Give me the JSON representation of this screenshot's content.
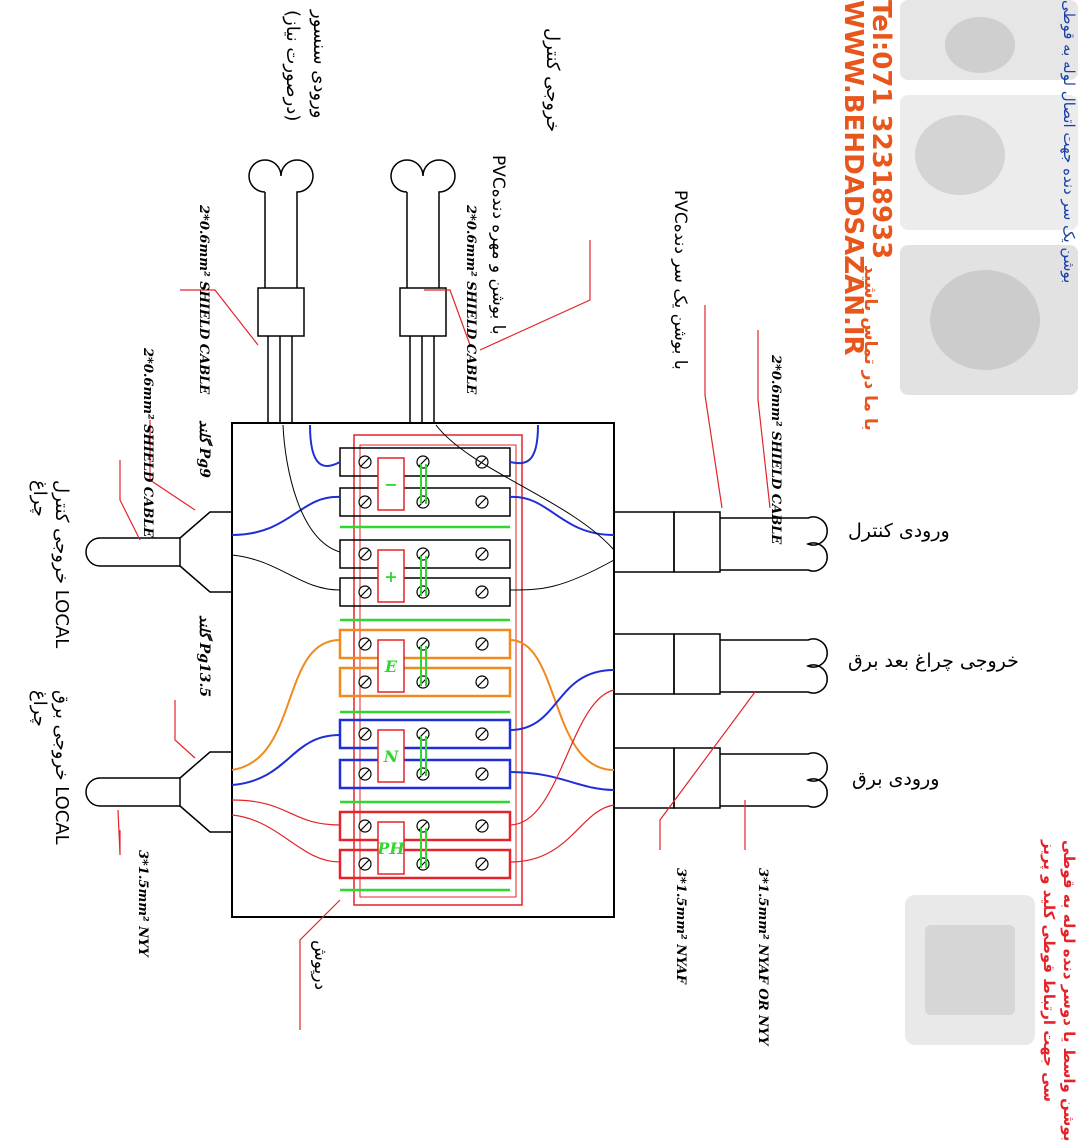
{
  "labels": {
    "sensor_in_1": "ورودی سنسور",
    "sensor_in_2": "(درصورت نیاز)",
    "control_out_top": "خروجی کنترل",
    "gland_note_a": "PVCبا بوشن و مهره دنده",
    "gland_note_b": "PVCبا بوشن یک سر دنده",
    "gland_note_b2": "بوشن یک سر دنده",
    "shield_a": "2*0.6mm² SHIELD CABLE",
    "shield_b": "2*0.6mm² SHIELD CABLE",
    "shield_c": "2*0.6mm² SHIELD CABLE",
    "shield_d": "2*0.6mm² SHIELD CABLE",
    "pg9": "گلند Pg9",
    "pg135": "گلند Pg13.5",
    "local_control_out": "خروجی کنترل LOCAL چراغ",
    "local_power_out": "خروجی برق LOCAL چراغ",
    "cable_nyy": "3*1.5mm² NYY",
    "control_in": "ورودی کنترل",
    "lamp_out": "خروجی چراغ بعد برق",
    "power_in": "ورودی برق",
    "cable_nyaf": "3*1.5mm² NYAF",
    "cable_nyaf_or_nyy": "3*1.5mm² NYAF OR NYY",
    "cover": "درپوش",
    "terminal_minus": "−",
    "terminal_plus": "+",
    "terminal_e": "E",
    "terminal_n": "N",
    "terminal_ph": "PH"
  },
  "ad": {
    "tel": "Tel:071 32318933",
    "web": "WWW.BEHDADSAZAN.IR",
    "contact": "با ما در تماس باشید",
    "top_caption": "بوشن یک سر دنده جهت اتصال لوله به قوطی",
    "bottom_caption_1": "بوشن واسط یا دوسر دنده لوله به قوطی",
    "bottom_caption_2": "سی جهت ارتباط قوطی کلید و پریز"
  },
  "colors": {
    "red": "#e3242b",
    "blue": "#1f2fd6",
    "orange": "#f08a1d",
    "green": "#2fd72f",
    "black": "#000000",
    "ad_blue": "#1a3fa6",
    "ad_orange": "#e8561c"
  }
}
